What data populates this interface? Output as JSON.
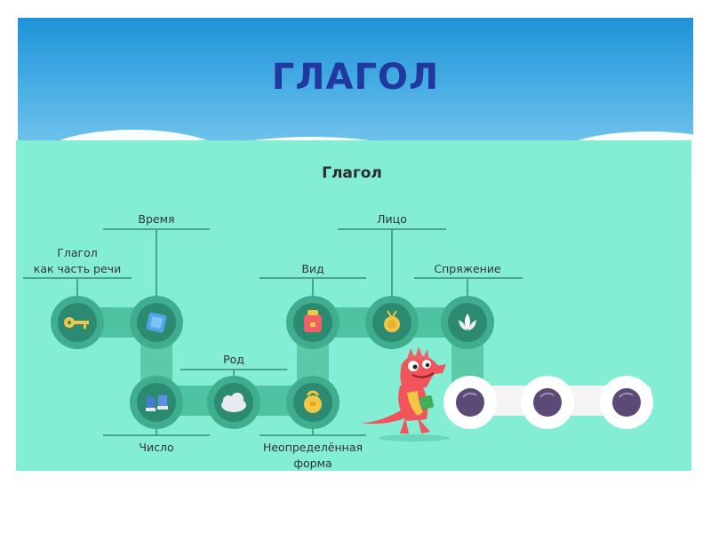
{
  "slide": {
    "title": "ГЛАГОЛ"
  },
  "diagram": {
    "title": "Глагол",
    "labels": {
      "part_of_speech_line1": "Глагол",
      "part_of_speech_line2": "как часть речи",
      "tense": "Время",
      "number": "Число",
      "gender": "Род",
      "aspect": "Вид",
      "infinitive_line1": "Неопределённая",
      "infinitive_line2": "форма",
      "person": "Лицо",
      "conjugation": "Спряжение"
    },
    "colors": {
      "panel_bg": "#84eed4",
      "path": "#4fc3a1",
      "node_ring": "#3fae8e",
      "node_inner": "#2c8a70",
      "locked_path": "#f4f4f4",
      "locked_node": "#5b4a77",
      "dragon": "#f2545b"
    }
  }
}
